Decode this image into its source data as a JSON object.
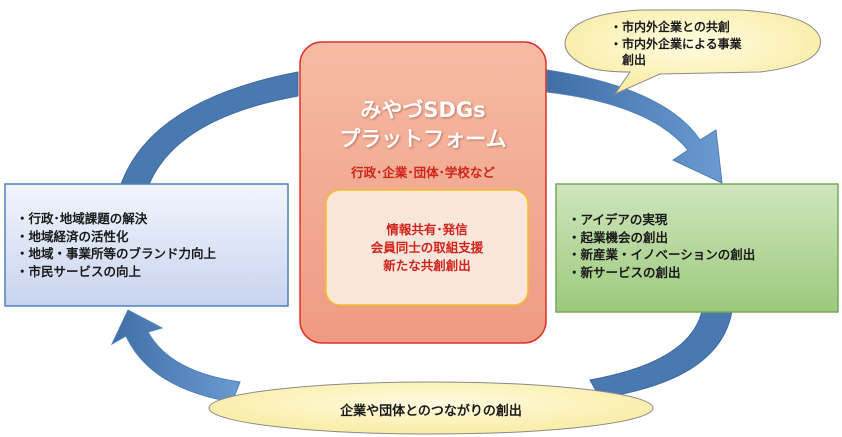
{
  "colors": {
    "arrow": "#4f81bd",
    "left_box_fill": "#dfe6f7",
    "right_box_fill": "#b5d79a",
    "center_fill": "#f3a88e",
    "accent_red": "#d0241c",
    "bubble_fill": "#fdf3b4"
  },
  "left_box": {
    "items": [
      "・行政･地域課題の解決",
      "・地域経済の活性化",
      "・地域・事業所等のブランド力向上",
      "・市民サービスの向上"
    ]
  },
  "center": {
    "title_line1": "みやづSDGs",
    "title_line2": "プラットフォーム",
    "subtitle": "行政･企業･団体･学校など",
    "inner_items": [
      "情報共有･発信",
      "会員同士の取組支援",
      "新たな共創創出"
    ]
  },
  "right_box": {
    "items": [
      "・アイデアの実現",
      "・起業機会の創出",
      "・新産業・イノベーションの創出",
      "・新サービスの創出"
    ]
  },
  "top_bubble": {
    "items": [
      "・市内外企業との共創",
      "・市内外企業による事業",
      "　創出"
    ]
  },
  "bottom_bubble": {
    "label": "企業や団体とのつながりの創出"
  }
}
